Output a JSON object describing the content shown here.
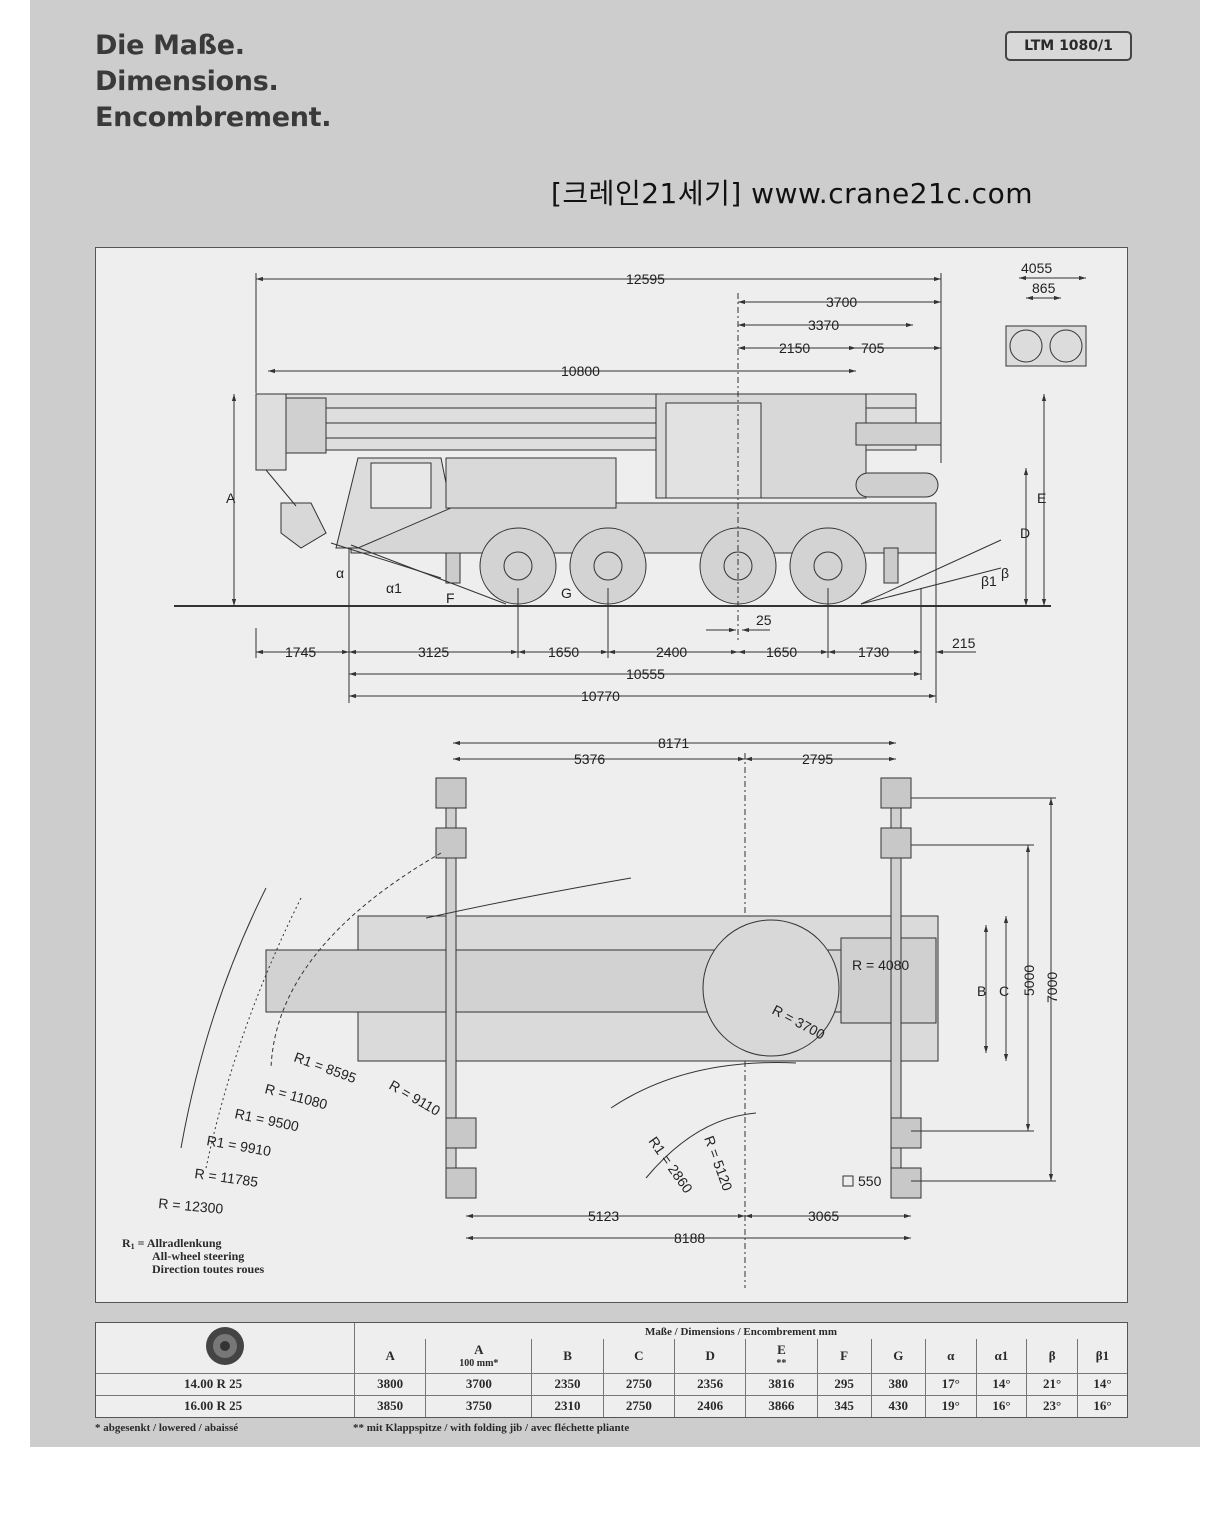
{
  "heading": {
    "line1": "Die Maße.",
    "line2": "Dimensions.",
    "line3": "Encombrement."
  },
  "model": "LTM 1080/1",
  "watermark": "[크레인21세기] www.crane21c.com",
  "side_view": {
    "dims_top": [
      "12595",
      "3700",
      "3370",
      "2150",
      "705",
      "10800"
    ],
    "rear_inset": [
      "4055",
      "865"
    ],
    "dims_bottom": [
      "1745",
      "3125",
      "1650",
      "2400",
      "1650",
      "1730",
      "215",
      "25",
      "10555",
      "10770"
    ],
    "letters": [
      "A",
      "α",
      "α1",
      "F",
      "G",
      "D",
      "E",
      "β1",
      "β"
    ]
  },
  "top_view": {
    "dims_top": [
      "8171",
      "5376",
      "2795"
    ],
    "dims_bottom": [
      "5123",
      "3065",
      "8188"
    ],
    "dims_right": [
      "B",
      "C",
      "5000",
      "7000"
    ],
    "radii": [
      "R = 4080",
      "R = 3700",
      "R1 = 8595",
      "R = 9110",
      "R = 11080",
      "R1 = 9500",
      "R1 = 9910",
      "R = 11785",
      "R = 12300",
      "R1 = 2860",
      "R = 5120"
    ],
    "pad": "550"
  },
  "legend": {
    "r1": "R",
    "sub": "1",
    "eq": " = Allradlenkung",
    "en": "All-wheel steering",
    "fr": "Direction toutes roues"
  },
  "table": {
    "header": "Maße / Dimensions / Encombrement mm",
    "columns": [
      "A",
      "A",
      "B",
      "C",
      "D",
      "E",
      "F",
      "G",
      "α",
      "α1",
      "β",
      "β1"
    ],
    "col_notes": {
      "a2": "100 mm*",
      "e": "**"
    },
    "rows": [
      {
        "tyre": "14.00 R 25",
        "values": [
          "3800",
          "3700",
          "2350",
          "2750",
          "2356",
          "3816",
          "295",
          "380",
          "17°",
          "14°",
          "21°",
          "14°"
        ]
      },
      {
        "tyre": "16.00 R 25",
        "values": [
          "3850",
          "3750",
          "2310",
          "2750",
          "2406",
          "3866",
          "345",
          "430",
          "19°",
          "16°",
          "23°",
          "16°"
        ]
      }
    ]
  },
  "footnotes": {
    "left": "* abgesenkt / lowered / abaissé",
    "right": "** mit Klappspitze / with folding jib / avec fléchette pliante"
  }
}
